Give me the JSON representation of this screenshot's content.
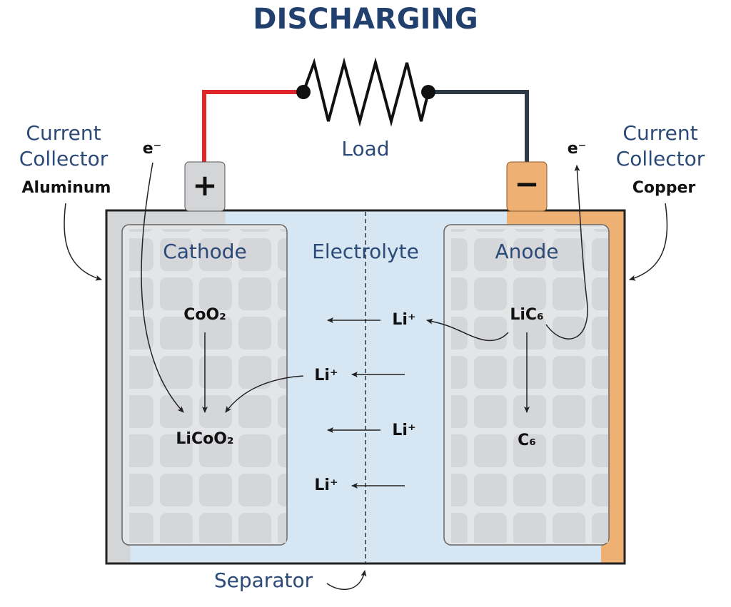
{
  "title": "DISCHARGING",
  "load_label": "Load",
  "left_collector": {
    "line1": "Current",
    "line2": "Collector",
    "material": "Aluminum"
  },
  "right_collector": {
    "line1": "Current",
    "line2": "Collector",
    "material": "Copper"
  },
  "electron_left": "e⁻",
  "electron_right": "e⁻",
  "positive_terminal": "+",
  "negative_terminal": "−",
  "cathode_label": "Cathode",
  "electrolyte_label": "Electrolyte",
  "anode_label": "Anode",
  "separator_label": "Separator",
  "cathode_top": "CoO₂",
  "cathode_bottom": "LiCoO₂",
  "anode_top": "LiC₆",
  "anode_bottom": "C₆",
  "li_ions": [
    "Li⁺",
    "Li⁺",
    "Li⁺",
    "Li⁺"
  ],
  "colors": {
    "title": "#22406e",
    "label_blue": "#2c4a78",
    "positive_wire": "#e0262a",
    "negative_wire": "#2e3a46",
    "electrolyte": "#d6e6f2",
    "aluminum": "#d4d5d7",
    "copper": "#efb173",
    "electrode": "#e4e5e7",
    "cell": "#d2d3d6"
  }
}
